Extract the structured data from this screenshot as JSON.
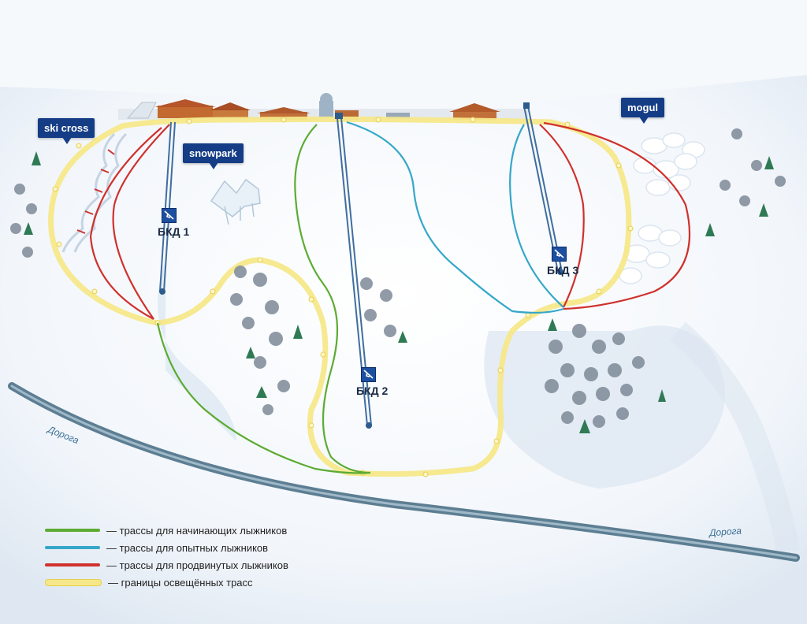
{
  "labels": {
    "ski_cross": "ski cross",
    "snowpark": "snowpark",
    "mogul": "mogul"
  },
  "lifts": {
    "l1": "БКД 1",
    "l2": "БКД 2",
    "l3": "БКД 3"
  },
  "road": {
    "left": "Дорога",
    "right": "Дорога"
  },
  "legend": [
    {
      "text": "— трассы для начинающих лыжников",
      "color": "#5cab32"
    },
    {
      "text": "— трассы для  опытных лыжников",
      "color": "#35a7c9"
    },
    {
      "text": "— трассы для  продвинутых лыжников",
      "color": "#d0312d"
    },
    {
      "text": "— границы освещённых трасс",
      "color": "#f6e88a"
    }
  ],
  "colors": {
    "green": "#5cab32",
    "blue": "#35a7c9",
    "red": "#d0312d",
    "lit": "#f6e88a",
    "flag": "#143d86"
  }
}
